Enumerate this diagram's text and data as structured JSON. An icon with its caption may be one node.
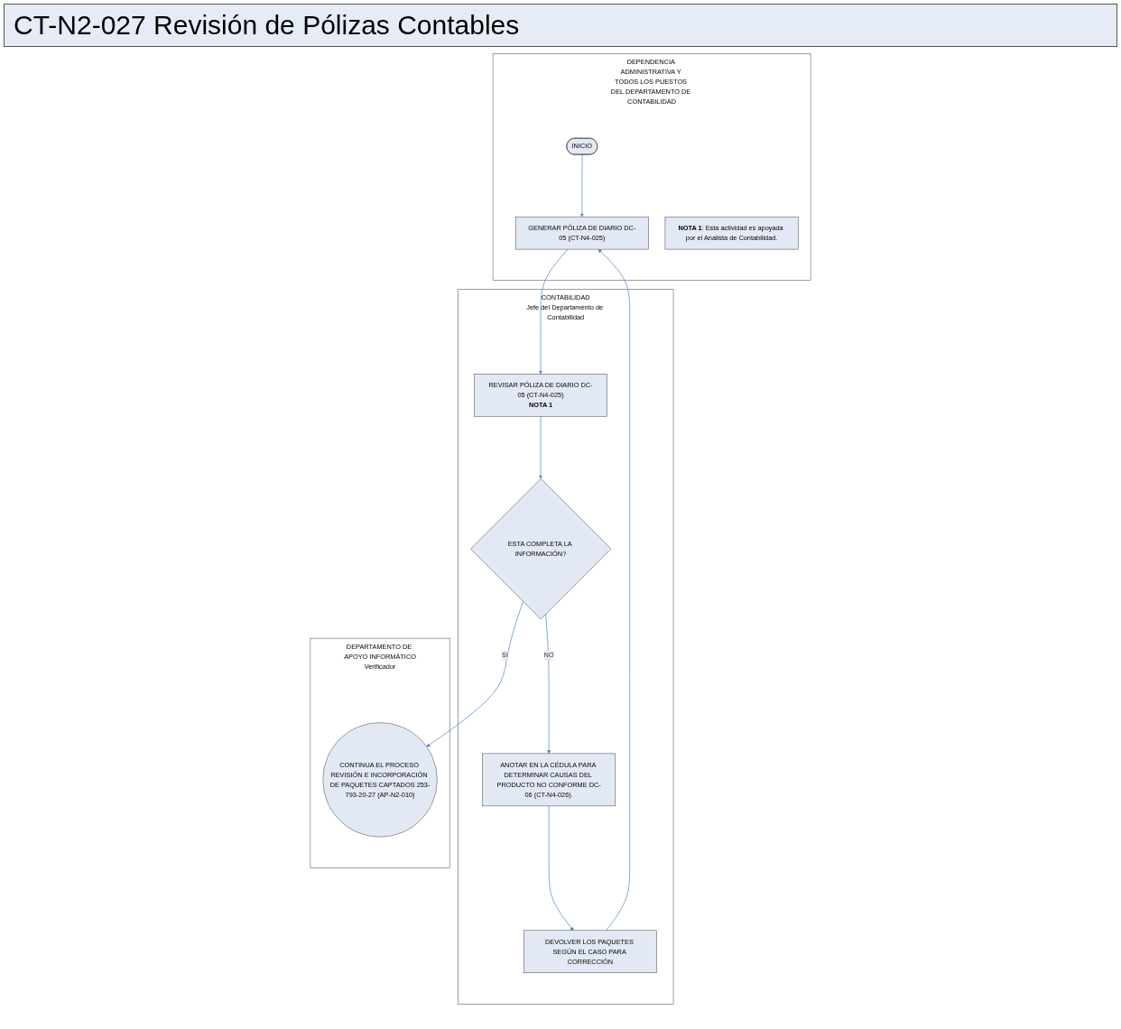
{
  "diagram": {
    "title": "CT-N2-027 Revisión de Pólizas Contables",
    "nodes": [
      {
        "text": [
          "DEPENDENCIA ADMINISTRATIVA Y TODOS LOS PUESTOS DEL DEPARTAMENTO DE CONTABILIDAD"
        ]
      },
      {
        "text": [
          "INICIO"
        ],
        "in": 0
      },
      {
        "text": [
          "GENERAR PÓLIZA DE DIARIO DC-05 (CT-N4-025)"
        ],
        "in": 0
      },
      {
        "text": [
          "**NOTA 1**: Esta actividad es apoyada por el Analista de Contabilidad."
        ],
        "in": 0
      },
      {
        "text": [
          "CONTABILIDAD",
          "Jefe del Departamento de Contabilidad"
        ]
      },
      {
        "text": [
          "REVISAR PÓLIZA DE DIARIO DC-05 (CT-N4-025)",
          "NOTA 1"
        ],
        "in": 4
      },
      {
        "text": [
          "ESTA COMPLETA LA INFORMACIÓN?"
        ],
        "in": 4
      },
      {
        "text": [
          "ANOTAR EN LA CÉDULA PARA DETERMINAR CAUSAS DEL PRODUCTO NO CONFORME DC-06 (CT-N4-026)."
        ],
        "in": 4
      },
      {
        "text": [
          "DEVOLVER LOS PAQUETES SEGÚN EL CASO PARA CORRECCIÓN"
        ],
        "in": 4
      },
      {
        "text": [
          "DEPARTAMENTO DE APOYO INFORMÁTICO",
          "Verificador"
        ]
      },
      {
        "text": [
          "CONTINUA EL PROCESO REVISIÓN E INCORPORACIÓN DE PAQUETES CAPTADOS 253-793-20-27 (AP-N2-010)"
        ],
        "in": 9
      }
    ],
    "edges": [
      {
        "from": 1,
        "to": 2,
        "arrow": "to"
      },
      {
        "from": 2,
        "to": 5,
        "arrow": "to"
      },
      {
        "from": 5,
        "to": 6,
        "arrow": "to"
      },
      {
        "from": 6,
        "to": 10,
        "label": "SI",
        "arrow": "to"
      },
      {
        "from": 6,
        "to": 7,
        "label": "NO",
        "arrow": "to"
      },
      {
        "from": 7,
        "to": 8,
        "arrow": "to"
      },
      {
        "from": 8,
        "to": 2,
        "arrow": "to"
      }
    ]
  }
}
